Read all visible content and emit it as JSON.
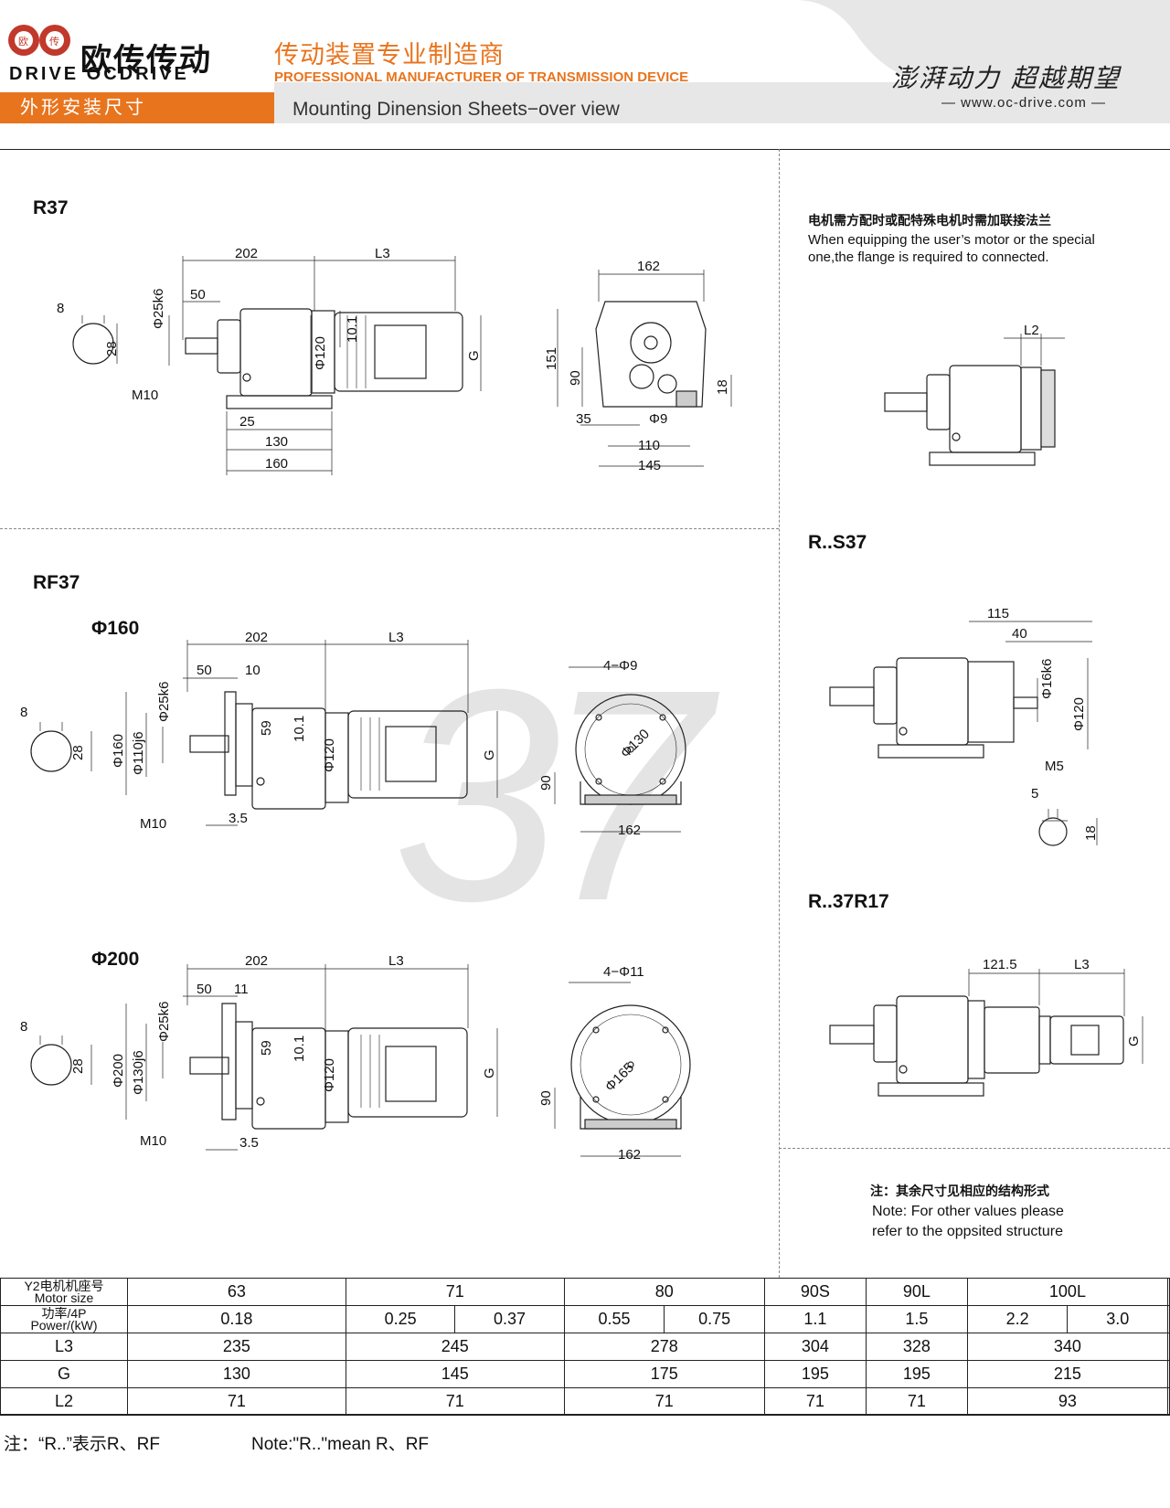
{
  "header": {
    "brand_cn": "欧传传动",
    "brand_en": "DRIVE OCDRIVE",
    "tagline_cn": "传动装置专业制造商",
    "tagline_en": "PROFESSIONAL MANUFACTURER OF TRANSMISSION DEVICE",
    "section_cn": "外形安装尺寸",
    "sheet_title": "Mounting Dinension Sheets−over view",
    "slogan": "澎湃动力 超越期望",
    "website": "www.oc-drive.com"
  },
  "watermark": "37",
  "sections": {
    "r37": "R37",
    "rf37": "RF37",
    "phi160": "Φ160",
    "phi200": "Φ200",
    "rs37": "R..S37",
    "r37r17": "R..37R17"
  },
  "flange_note": {
    "cn": "电机需方配时或配特殊电机时需加联接法兰",
    "en1": "When equipping the user’s motor or the special",
    "en2": "one,the flange is required to connected."
  },
  "other_note": {
    "cn": "注：其余尺寸见相应的结构形式",
    "en1": "Note: For other values please",
    "en2": "refer to the oppsited structure"
  },
  "dims": {
    "r37": {
      "d202": "202",
      "L3": "L3",
      "d50": "50",
      "d25k6": "Φ25k6",
      "d120": "Φ120",
      "d10_1": "10.1",
      "G": "G",
      "d8": "8",
      "d28": "28",
      "M10": "M10",
      "d25": "25",
      "d130": "130",
      "d160": "160"
    },
    "r37_side": {
      "d162": "162",
      "d151": "151",
      "d90": "90",
      "d18": "18",
      "d35": "35",
      "d9": "Φ9",
      "d110": "110",
      "d145": "145"
    },
    "rf160": {
      "d202": "202",
      "L3": "L3",
      "d50": "50",
      "d10": "10",
      "d25k6": "Φ25k6",
      "d160": "Φ160",
      "d110j6": "Φ110j6",
      "d59": "59",
      "d10_1": "10.1",
      "d120": "Φ120",
      "G": "G",
      "d8": "8",
      "d28": "28",
      "M10": "M10",
      "d3_5": "3.5",
      "holes": "4−Φ9",
      "d130": "Φ130",
      "d90": "90",
      "d162": "162"
    },
    "rf200": {
      "d202": "202",
      "L3": "L3",
      "d50": "50",
      "d11": "11",
      "d25k6": "Φ25k6",
      "d200": "Φ200",
      "d130j6": "Φ130j6",
      "d59": "59",
      "d10_1": "10.1",
      "d120": "Φ120",
      "G": "G",
      "d8": "8",
      "d28": "28",
      "M10": "M10",
      "d3_5": "3.5",
      "holes": "4−Φ11",
      "d165": "Φ165",
      "d90": "90",
      "d162": "162"
    },
    "flange": {
      "L2": "L2"
    },
    "rs37": {
      "d115": "115",
      "d40": "40",
      "d16k6": "Φ16k6",
      "d120": "Φ120",
      "M5": "M5",
      "d5": "5",
      "d18": "18"
    },
    "r37r17": {
      "d121_5": "121.5",
      "L3": "L3",
      "G": "G"
    }
  },
  "table": {
    "motor_label_1": "Y2电机机座号",
    "motor_label_2": "Motor size",
    "power_label_1": "功率/4P",
    "power_label_2": "Power/(kW)",
    "motor_sizes": [
      "63",
      "71",
      "80",
      "90S",
      "90L",
      "100L"
    ],
    "powers": [
      "0.18",
      "0.25",
      "0.37",
      "0.55",
      "0.75",
      "1.1",
      "1.5",
      "2.2",
      "3.0"
    ],
    "rows": [
      {
        "label": "L3",
        "values": [
          "235",
          "245",
          "278",
          "304",
          "328",
          "340"
        ]
      },
      {
        "label": "G",
        "values": [
          "130",
          "145",
          "175",
          "195",
          "195",
          "215"
        ]
      },
      {
        "label": "L2",
        "values": [
          "71",
          "71",
          "71",
          "71",
          "71",
          "93"
        ]
      }
    ]
  },
  "footer": {
    "note_cn": "注：“R..”表示R、RF",
    "note_en": "Note:\"R..\"mean R、RF"
  },
  "colors": {
    "accent": "#e8741e",
    "header_gray": "#e7e7e7"
  }
}
